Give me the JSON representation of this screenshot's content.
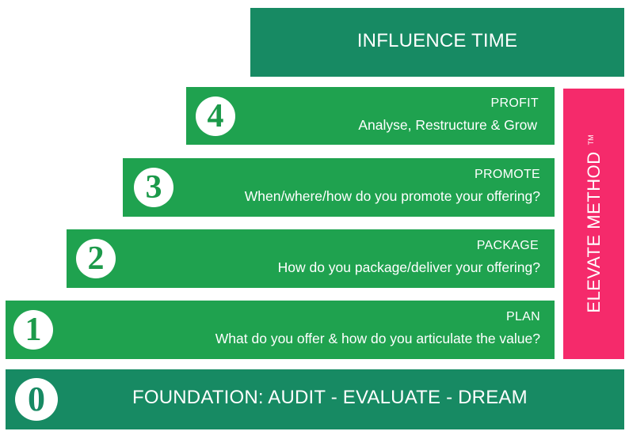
{
  "top": {
    "label": "INFLUENCE TIME"
  },
  "steps": [
    {
      "number": "4",
      "title": "PROFIT",
      "subtitle": "Analyse, Restructure & Grow"
    },
    {
      "number": "3",
      "title": "PROMOTE",
      "subtitle": "When/where/how do you promote your offering?"
    },
    {
      "number": "2",
      "title": "PACKAGE",
      "subtitle": "How do you package/deliver your offering?"
    },
    {
      "number": "1",
      "title": "PLAN",
      "subtitle": "What do you offer & how do you articulate the value?"
    }
  ],
  "foundation": {
    "number": "0",
    "label": "FOUNDATION: AUDIT - EVALUATE - DREAM"
  },
  "side": {
    "label": "ELEVATE METHOD",
    "trademark": "TM"
  },
  "colors": {
    "teal": "#178a63",
    "green": "#1fa24f",
    "pink": "#f52a6b"
  }
}
